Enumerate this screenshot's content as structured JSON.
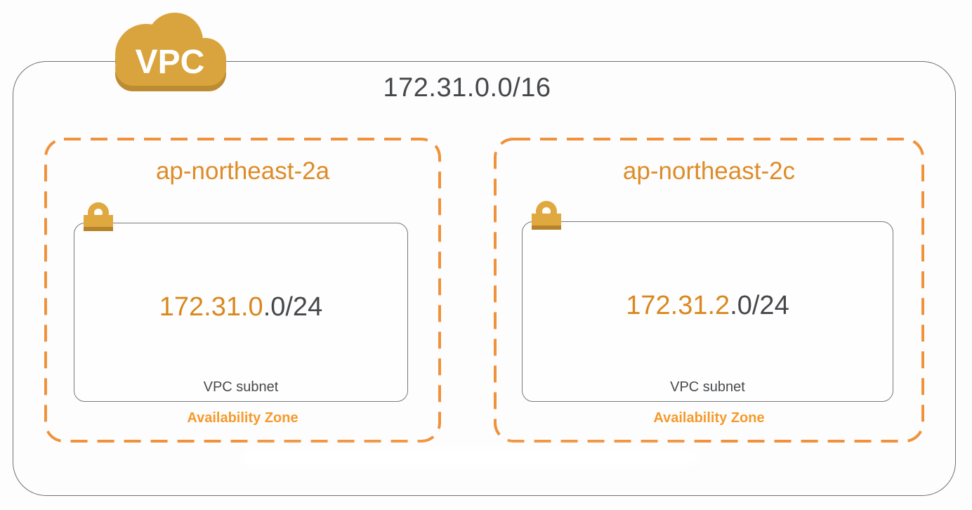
{
  "diagram": {
    "vpc": {
      "icon_label": "VPC",
      "cidr": "172.31.0.0/16"
    },
    "availability_zones": [
      {
        "name": "ap-northeast-2a",
        "zone_label": "Availability Zone",
        "subnet": {
          "cidr_highlight": "172.31.0",
          "cidr_rest": ".0/24",
          "label": "VPC subnet"
        }
      },
      {
        "name": "ap-northeast-2c",
        "zone_label": "Availability Zone",
        "subnet": {
          "cidr_highlight": "172.31.2",
          "cidr_rest": ".0/24",
          "label": "VPC subnet"
        }
      }
    ],
    "icons": {
      "cloud": "vpc-cloud-icon",
      "lock": "lock-icon"
    },
    "colors": {
      "dash_orange": "#F0923B",
      "az_name_orange": "#DD8C28",
      "cidr_orange": "#D9881F",
      "zone_label_orange": "#F59A2B",
      "cloud_gold": "#D9A43E",
      "cloud_shadow": "#BC8C33",
      "lock_gold": "#DFA93F",
      "lock_shadow": "#B5832A",
      "dark_text": "#45474A",
      "border_gray": "#6F7073"
    }
  }
}
